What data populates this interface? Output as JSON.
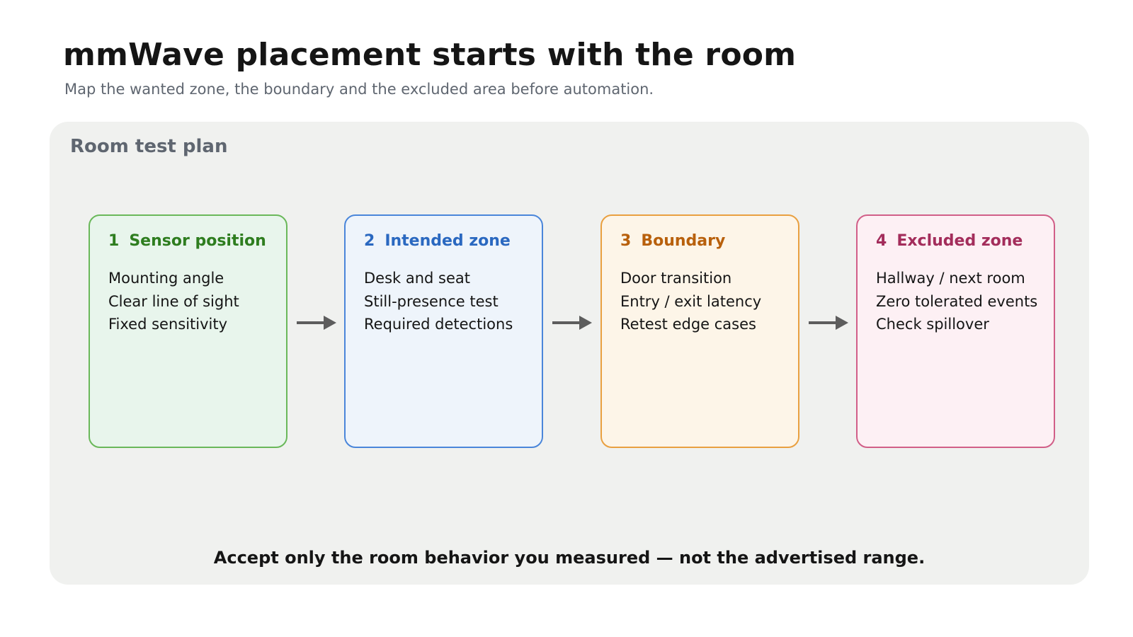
{
  "header": {
    "title": "mmWave placement starts with the room",
    "subtitle": "Map the wanted zone, the boundary and the excluded area before automation."
  },
  "panel": {
    "title": "Room test plan",
    "footer": "Accept only the room behavior you measured — not the advertised range."
  },
  "steps": [
    {
      "number": "1",
      "title": "Sensor position",
      "lines": [
        "Mounting angle",
        "Clear line of sight",
        "Fixed sensitivity"
      ],
      "accent": "#2e7d1f",
      "border": "#6ab85a",
      "fill": "#e8f5ec"
    },
    {
      "number": "2",
      "title": "Intended zone",
      "lines": [
        "Desk and seat",
        "Still-presence test",
        "Required detections"
      ],
      "accent": "#2a68c0",
      "border": "#4a86da",
      "fill": "#eef4fb"
    },
    {
      "number": "3",
      "title": "Boundary",
      "lines": [
        "Door transition",
        "Entry / exit latency",
        "Retest edge cases"
      ],
      "accent": "#b8600c",
      "border": "#e9a040",
      "fill": "#fdf5e8"
    },
    {
      "number": "4",
      "title": "Excluded zone",
      "lines": [
        "Hallway / next room",
        "Zero tolerated events",
        "Check spillover"
      ],
      "accent": "#a32d5b",
      "border": "#d15f88",
      "fill": "#fdf0f4"
    }
  ],
  "colors": {
    "arrow": "#5d5d5d",
    "panel_bg": "#f0f1ef"
  }
}
